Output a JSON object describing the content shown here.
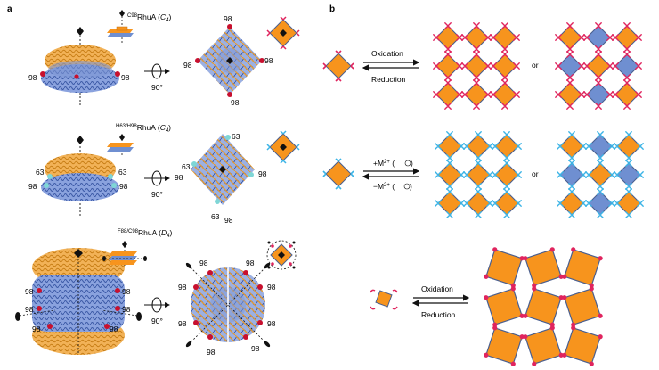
{
  "panel_a": {
    "letter": "a",
    "rows": [
      {
        "name_sup": "C98",
        "name_main": "RhuA",
        "symmetry": "C",
        "symmetry_sub": "4",
        "rotation": "90°",
        "side_labels": [
          "98",
          "98"
        ],
        "top_labels": [
          "98",
          "98",
          "98",
          "98"
        ]
      },
      {
        "name_sup": "H63/H98",
        "name_main": "RhuA",
        "symmetry": "C",
        "symmetry_sub": "4",
        "rotation": "90°",
        "side_labels": [
          "63",
          "98",
          "63",
          "98"
        ],
        "top_labels": [
          "63",
          "98",
          "98",
          "63",
          "63",
          "98"
        ]
      },
      {
        "name_sup": "F88/C98",
        "name_main": "RhuA",
        "symmetry": "D",
        "symmetry_sub": "4",
        "rotation": "90°",
        "side_labels": [
          "98",
          "98",
          "98",
          "98",
          "98",
          "98"
        ],
        "top_labels": [
          "98",
          "98",
          "98",
          "98",
          "98",
          "98",
          "98",
          "98"
        ]
      }
    ]
  },
  "panel_b": {
    "letter": "b",
    "reactions": [
      {
        "forward": "Oxidation",
        "reverse": "Reduction",
        "or_label": "or"
      },
      {
        "forward_prefix": "+M",
        "forward_sup": "2+",
        "forward_suffix": " (",
        "reverse_prefix": "−M",
        "reverse_sup": "2+",
        "reverse_suffix": " (",
        "or_label": "or"
      },
      {
        "forward": "Oxidation",
        "reverse": "Reduction"
      }
    ]
  },
  "colors": {
    "orange": "#f7941d",
    "blue": "#6f8fd1",
    "edge": "#4a5f8f",
    "red_tab": "#e0245e",
    "cyan_tab": "#3cb4e6",
    "ribbon_orange": "#e8a13a",
    "ribbon_blue": "#5e7fc2",
    "red_sphere": "#c8102e",
    "cyan_sphere": "#7fd6d6"
  }
}
